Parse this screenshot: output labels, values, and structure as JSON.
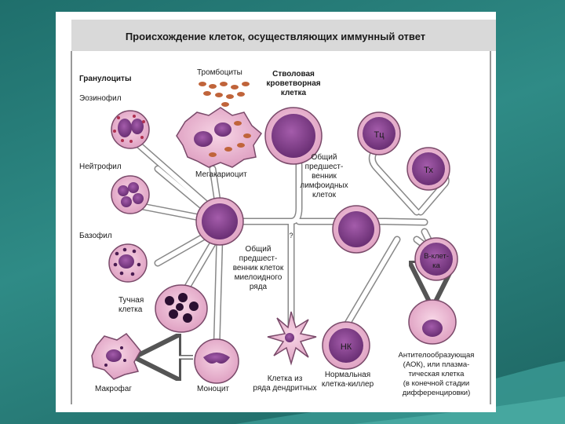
{
  "title": "Происхождение клеток, осуществляющих иммунный ответ",
  "labels": {
    "granulocytes": "Гранулоциты",
    "eosinophil": "Эозинофил",
    "neutrophil": "Нейтрофил",
    "basophil": "Базофил",
    "mast_cell": [
      "Тучная",
      "клетка"
    ],
    "macrophage": "Макрофаг",
    "monocyte": "Моноцит",
    "platelets": "Тромбоциты",
    "megakaryocyte": "Мегакариоцит",
    "stem_cell": [
      "Стволовая",
      "кроветворная",
      "клетка"
    ],
    "myeloid_precursor": [
      "Общий",
      "предшест-",
      "венник клеток",
      "миелоидного",
      "ряда"
    ],
    "lymphoid_precursor": [
      "Общий",
      "предшест-",
      "венник",
      "лимфоидных",
      "клеток"
    ],
    "dendritic": [
      "Клетка из",
      "ряда дендритных"
    ],
    "nk_cell": [
      "Нормальная",
      "клетка-киллер"
    ],
    "aob": [
      "Антителообразующая",
      "(АОК), или плазма-",
      "тическая клетка",
      "(в конечной стадии",
      "дифференцировки)"
    ],
    "tc": "Тц",
    "th": "Тх",
    "b_cell": [
      "В-клет-",
      "ка"
    ],
    "nk_abbr": "НК",
    "question": "?"
  },
  "colors": {
    "background": "#2a7f7b",
    "cell_fill": "#e9b6cf",
    "nucleus": "#7b3a82",
    "nucleus_dark": "#4a1c52",
    "platelet": "#c0643a"
  }
}
